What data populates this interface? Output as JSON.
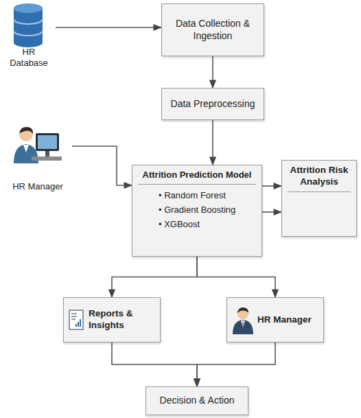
{
  "diagram": {
    "nodes": [
      {
        "text": [
          "HR Database"
        ]
      },
      {
        "text": [
          "Data Collection & Ingestion"
        ]
      },
      {
        "text": [
          "Data Preprocessing"
        ]
      },
      {
        "text": [
          "HR Manager"
        ]
      },
      {
        "text": [
          "Attrition Prediction Model",
          "• Random Forest",
          "• Gradient Boosting",
          "• XGBoost"
        ]
      },
      {
        "text": [
          "Attrition Risk Analysis"
        ]
      },
      {
        "text": [
          "Reports & Insights"
        ]
      },
      {
        "text": [
          "HR Manager"
        ]
      },
      {
        "text": [
          "Decision & Action"
        ]
      }
    ],
    "edges": [
      {
        "from": 0,
        "to": 1,
        "arrow": "to"
      },
      {
        "from": 1,
        "to": 2,
        "arrow": "to"
      },
      {
        "from": 2,
        "to": 4,
        "arrow": "to"
      },
      {
        "from": 3,
        "to": 4,
        "arrow": "to"
      },
      {
        "from": 4,
        "to": 5,
        "arrow": "to"
      },
      {
        "from": 4,
        "to": 5,
        "arrow": "to"
      },
      {
        "from": 4,
        "to": 6,
        "arrow": "to"
      },
      {
        "from": 4,
        "to": 7,
        "arrow": "to"
      },
      {
        "from": 6,
        "to": 8,
        "arrow": "to"
      },
      {
        "from": 7,
        "to": 8,
        "arrow": "to"
      }
    ]
  }
}
